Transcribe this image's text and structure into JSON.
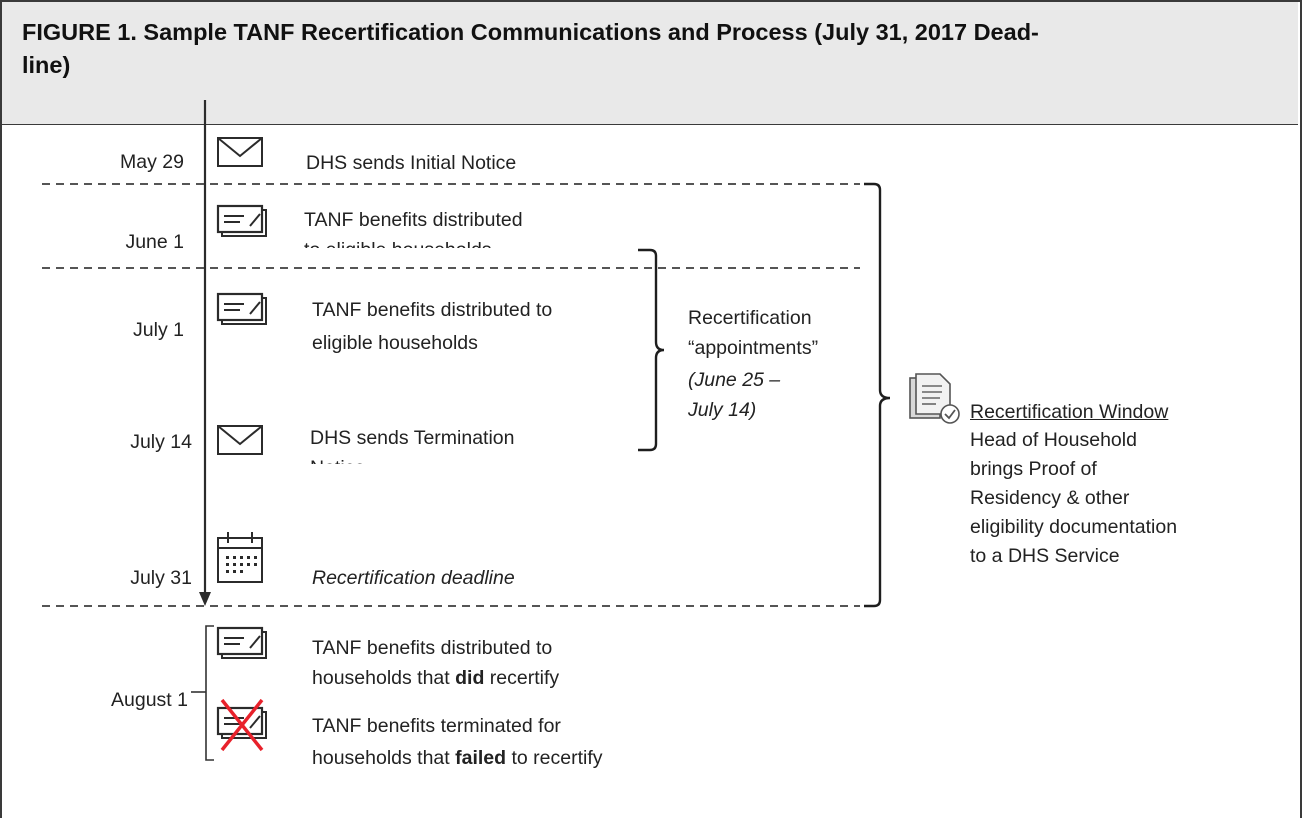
{
  "figure": {
    "title": "FIGURE 1. Sample TANF Recertification Communications and Process (July 31, 2017 Deadline)",
    "title_line1": "FIGURE 1.  Sample TANF Recertification Communications and Process (July 31, 2017 Dead-",
    "title_line2": "line)"
  },
  "timeline": {
    "events": [
      {
        "date": "May 29",
        "icon": "envelope-icon",
        "text": "DHS sends Initial Notice"
      },
      {
        "date": "June 1",
        "icon": "benefit-card-icon",
        "text_line1": "TANF  benefits distributed",
        "text_line2": "to eligible households"
      },
      {
        "date": "July 1",
        "icon": "benefit-card-icon",
        "text_line1": "TANF  benefits distributed to",
        "text_line2": "eligible households"
      },
      {
        "date": "July 14",
        "icon": "envelope-icon",
        "text_line1": "DHS sends Termination",
        "text_line2": "Notice"
      },
      {
        "date": "July 31",
        "icon": "calendar-icon",
        "text": "Recertification deadline"
      }
    ],
    "august": {
      "date": "August 1",
      "did": {
        "icon": "benefit-card-icon",
        "line1": "TANF  benefits distributed to",
        "line2_pre": "households that ",
        "line2_bold": "did",
        "line2_post": " recertify"
      },
      "failed": {
        "icon": "terminated-card-icon",
        "line1": "TANF  benefits terminated for",
        "line2_pre": "households that ",
        "line2_bold": "failed",
        "line2_post": " to recertify"
      }
    }
  },
  "appointments": {
    "line1": "Recertification",
    "line2": "“appointments”",
    "line3": "(June 25 –",
    "line4": "July 14)"
  },
  "window": {
    "heading": "Recertification Window",
    "lines": [
      "Head of Household",
      "brings Proof of",
      "Residency & other",
      "eligibility documentation",
      "to a DHS Service"
    ]
  },
  "colors": {
    "line": "#2b2b2b",
    "dash": "#555555",
    "cross": "#e8212b",
    "title_bg": "#e9e9e9"
  }
}
